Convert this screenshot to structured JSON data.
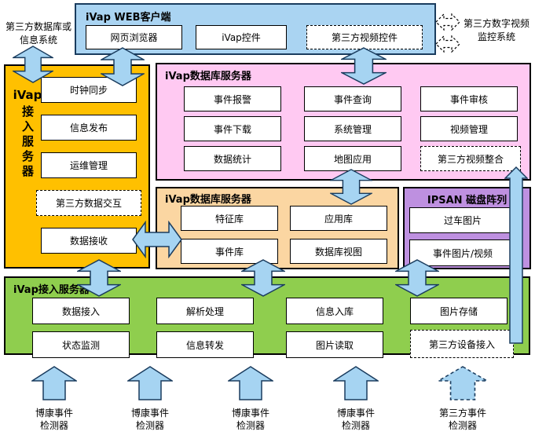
{
  "colors": {
    "web_client_bg": "#aad4f2",
    "access_left_bg": "#ffc000",
    "app_server_bg": "#ffc9f2",
    "db_server_bg": "#fbd6a2",
    "ipsan_bg": "#be90e0",
    "access_bottom_bg": "#8fce4e",
    "arrow_fill": "#a6d4f2",
    "arrow_stroke": "#1a3c5e"
  },
  "external_systems": {
    "database_label": "第三方数据库或\n信息系统",
    "video_label": "第三方数字视频\n监控系统"
  },
  "web_client": {
    "title": "iVap WEB客户端",
    "items": [
      "网页浏览器",
      "iVap控件",
      "第三方视频控件"
    ]
  },
  "access_server_left": {
    "title_latin": "iVap",
    "title_cjk": "接入服务器",
    "items": [
      "时钟同步",
      "信息发布",
      "运维管理",
      "第三方数据交互",
      "数据接收"
    ]
  },
  "db_server_upper": {
    "title": "iVap数据库服务器",
    "items": [
      "事件报警",
      "事件查询",
      "事件审核",
      "事件下载",
      "系统管理",
      "视频管理",
      "数据统计",
      "地图应用",
      "第三方视频整合"
    ]
  },
  "db_server_lower": {
    "title": "iVap数据库服务器",
    "items": [
      "特征库",
      "应用库",
      "事件库",
      "数据库视图"
    ]
  },
  "ipsan": {
    "title": "IPSAN 磁盘阵列",
    "items": [
      "过车图片",
      "事件图片/视频"
    ]
  },
  "access_server_bottom": {
    "title": "iVap接入服务器",
    "items": [
      "数据接入",
      "解析处理",
      "信息入库",
      "图片存储",
      "状态监测",
      "信息转发",
      "图片读取",
      "第三方设备接入"
    ]
  },
  "detectors": [
    "博康事件\n检测器",
    "博康事件\n检测器",
    "博康事件\n检测器",
    "愽康事件\n检测器",
    "第三方事件\n检测器"
  ]
}
